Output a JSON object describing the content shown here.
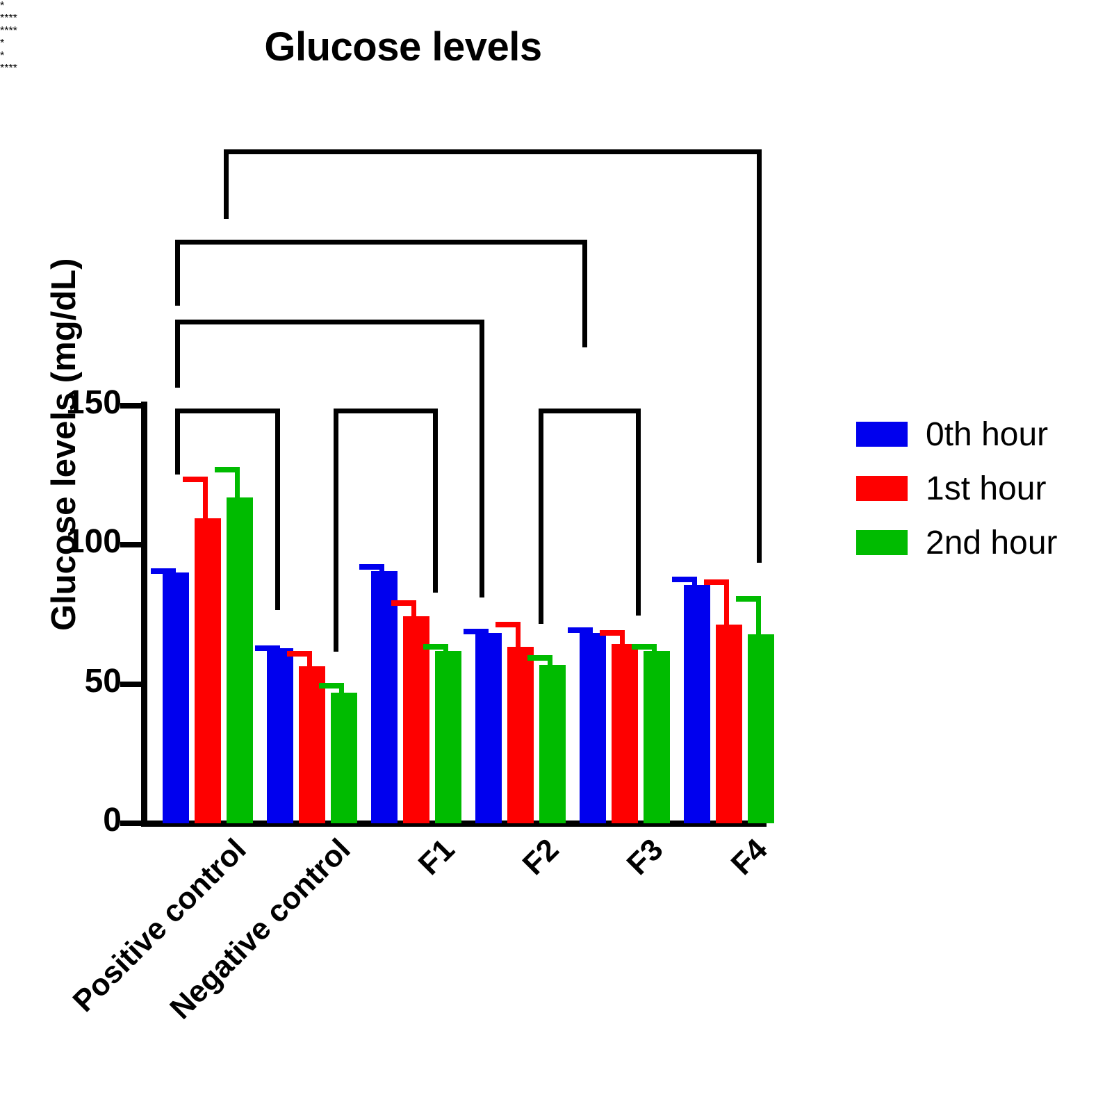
{
  "chart_data": {
    "type": "bar",
    "title": "Glucose levels",
    "xlabel": "",
    "ylabel": "Glucose levels (mg/dL)",
    "ylim": [
      0,
      150
    ],
    "yticks": [
      0,
      50,
      100,
      150
    ],
    "grid": false,
    "legend_position": "right",
    "categories": [
      "Positive control",
      "Negative control",
      "F1",
      "F2",
      "F3",
      "F4"
    ],
    "series": [
      {
        "name": "0th hour",
        "color": "#0000ee",
        "values": [
          90,
          63,
          90.5,
          68.5,
          68.5,
          85.5
        ],
        "errors": [
          1.5,
          1.0,
          2.5,
          1.5,
          2.0,
          3.0
        ]
      },
      {
        "name": "1st hour",
        "color": "#fe0000",
        "values": [
          109.5,
          56.5,
          74.5,
          63.5,
          64.5,
          71.5
        ],
        "errors": [
          15.0,
          5.5,
          5.5,
          9.0,
          5.0,
          16.0
        ]
      },
      {
        "name": "2nd hour",
        "color": "#00bb00",
        "values": [
          117,
          47,
          62,
          57,
          62,
          68
        ],
        "errors": [
          11.0,
          3.5,
          2.5,
          3.5,
          2.5,
          13.5
        ]
      }
    ],
    "annotations": [
      {
        "id": "sig-1",
        "label": "*",
        "from": "Positive control",
        "to": "F4",
        "level": 1
      },
      {
        "id": "sig-2",
        "label": "****",
        "from": "Positive control",
        "to": "F3",
        "level": 2
      },
      {
        "id": "sig-3",
        "label": "****",
        "from": "Positive control",
        "to": "F2",
        "level": 3
      },
      {
        "id": "sig-4",
        "label": "*",
        "from": "Positive control",
        "to": "Negative control",
        "level": 4
      },
      {
        "id": "sig-5",
        "label": "*",
        "from": "Negative control",
        "to": "F1",
        "level": 4
      },
      {
        "id": "sig-6",
        "label": "****",
        "from": "F2",
        "to": "F3",
        "level": 4
      }
    ]
  },
  "legend": {
    "items": [
      {
        "label": "0th hour",
        "color": "#0000ee"
      },
      {
        "label": "1st hour",
        "color": "#fe0000"
      },
      {
        "label": "2nd hour",
        "color": "#00bb00"
      }
    ]
  },
  "axis": {
    "y_title": "Glucose levels (mg/dL)",
    "y_tick_labels": [
      "0",
      "50",
      "100",
      "150"
    ],
    "x_tick_labels": [
      "Positive control",
      "Negative control",
      "F1",
      "F2",
      "F3",
      "F4"
    ]
  },
  "title": {
    "text": "Glucose levels"
  }
}
